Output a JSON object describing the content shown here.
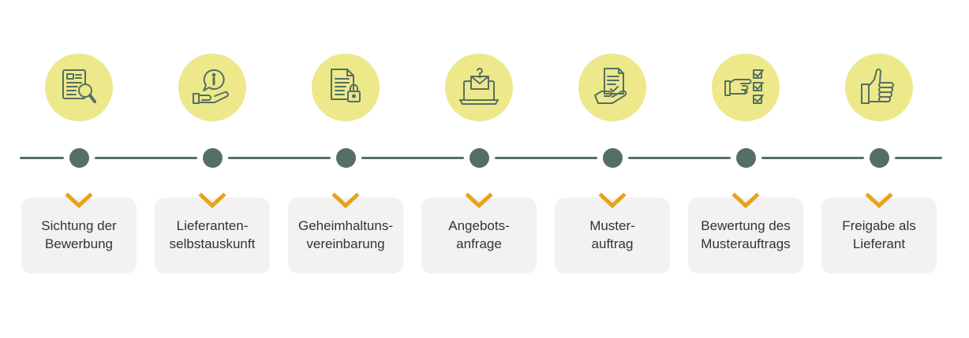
{
  "steps": [
    {
      "icon": "document-search-icon",
      "line1": "Sichtung der",
      "line2": "Bewerbung"
    },
    {
      "icon": "hand-info-icon",
      "line1": "Lieferanten-",
      "line2": "selbstauskunft"
    },
    {
      "icon": "document-lock-icon",
      "line1": "Geheimhaltuns-",
      "line2": "vereinbarung"
    },
    {
      "icon": "laptop-mail-question-icon",
      "line1": "Angebots-",
      "line2": "anfrage"
    },
    {
      "icon": "hand-document-check-icon",
      "line1": "Muster-",
      "line2": "auftrag"
    },
    {
      "icon": "pointing-hand-checklist-icon",
      "line1": "Bewertung des",
      "line2": "Musterauftrags"
    },
    {
      "icon": "thumbs-up-icon",
      "line1": "Freigabe als",
      "line2": "Lieferant"
    }
  ],
  "colors": {
    "icon_circle": "#ede88a",
    "timeline": "#557063",
    "chevron": "#e8a317",
    "label_box": "#f2f2f2",
    "text": "#333333",
    "icon_stroke": "#557063"
  }
}
